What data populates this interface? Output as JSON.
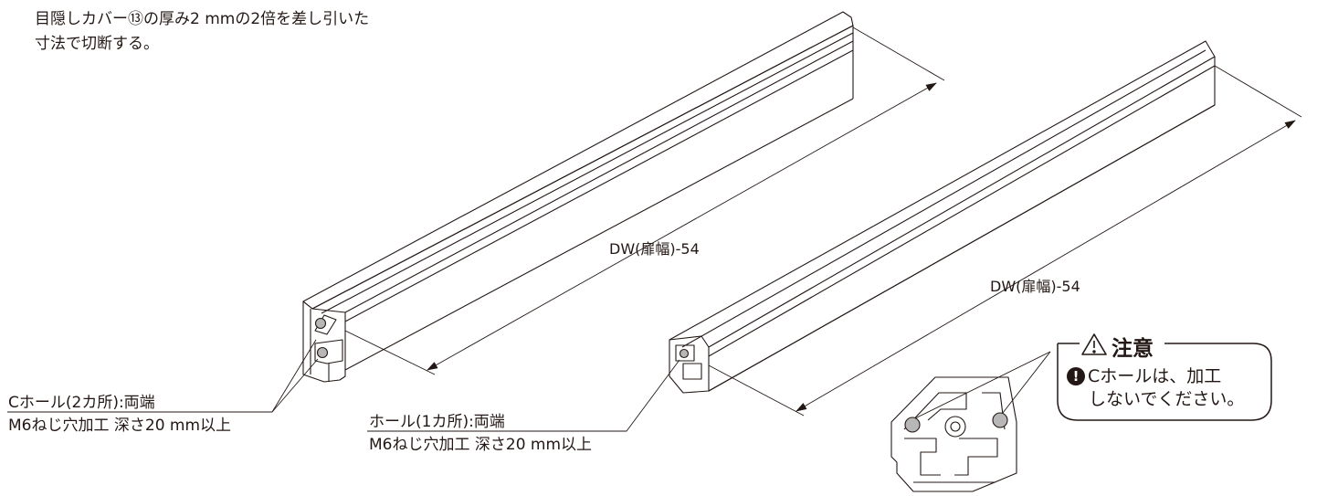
{
  "note": {
    "line1": "目隠しカバー⑬の厚み2 mmの2倍を差し引いた",
    "line2": "寸法で切断する。"
  },
  "dimensions": {
    "left": "DW(扉幅)-54",
    "right": "DW(扉幅)-54"
  },
  "callouts": {
    "left": {
      "line1": "Cホール(2カ所):両端",
      "line2": "M6ねじ穴加工 深さ20 mm以上"
    },
    "center": {
      "line1": "ホール(1カ所):両端",
      "line2": "M6ねじ穴加工 深さ20 mm以上"
    }
  },
  "warning": {
    "title": "注意",
    "badge": "!",
    "line1": "Cホールは、加工",
    "line2": "しないでください。"
  },
  "colors": {
    "ink": "#231815",
    "hole_fill": "#b7b7b7",
    "background": "#ffffff"
  },
  "icons": [
    "warning-triangle-icon",
    "exclamation-circle-icon"
  ]
}
